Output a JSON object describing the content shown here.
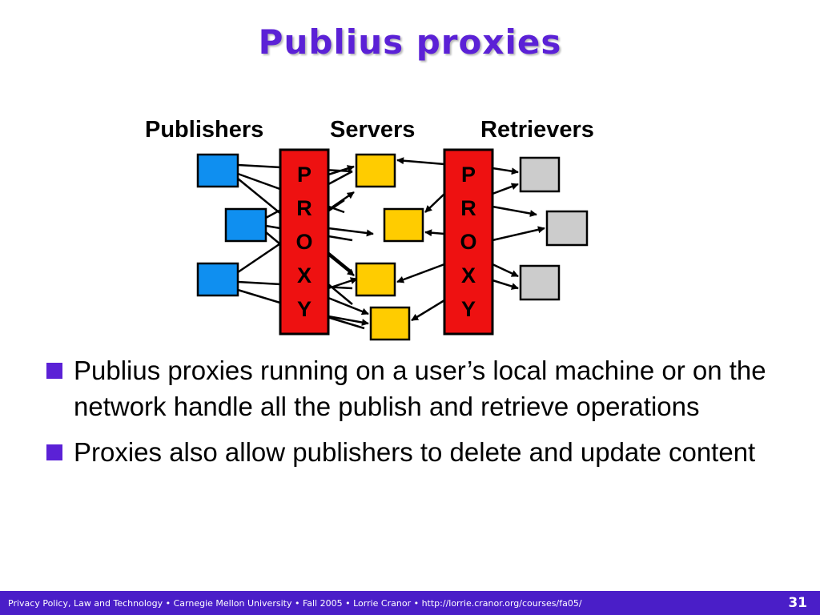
{
  "slide": {
    "title": "Publius proxies",
    "columns": {
      "publishers": "Publishers",
      "servers": "Servers",
      "retrievers": "Retrievers"
    },
    "proxy_letters": [
      "P",
      "R",
      "O",
      "X",
      "Y"
    ],
    "bullets": [
      "Publius proxies running on a user’s local machine or on the network handle all the publish and retrieve operations",
      "Proxies also allow publishers to delete and update content"
    ],
    "footer": "Privacy Policy, Law and Technology  •  Carnegie Mellon University  •  Fall 2005  •  Lorrie Cranor  •  http://lorrie.cranor.org/courses/fa05/",
    "page_number": "31"
  },
  "colors": {
    "title": "#5b21d6",
    "publisher_box": "#0f8ff0",
    "server_box": "#ffcc00",
    "retriever_box": "#cccccc",
    "proxy_box": "#ee1111",
    "footer_bg": "#4a1ec8"
  }
}
